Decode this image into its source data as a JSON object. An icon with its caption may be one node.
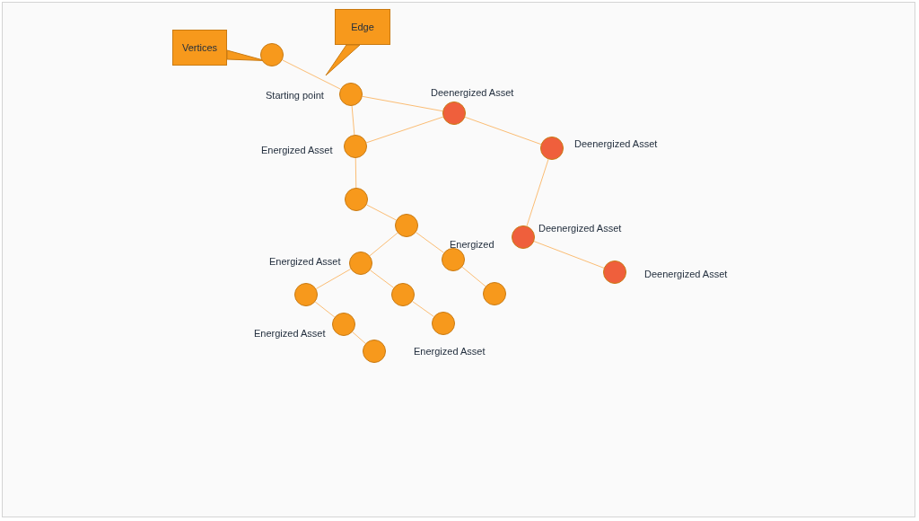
{
  "diagram": {
    "nodes": [
      {
        "text": [
          "Edge"
        ]
      },
      {
        "text": [
          "Vertices"
        ]
      },
      {
        "text": [],
        "shape": "circle"
      },
      {
        "text": [],
        "shape": "circle",
        "beside": [
          "Starting point"
        ]
      },
      {
        "text": [],
        "shape": "circle",
        "beside": [
          "Deenergized Asset"
        ]
      },
      {
        "text": [],
        "shape": "circle",
        "beside": [
          "Energized Asset"
        ]
      },
      {
        "text": [],
        "shape": "circle",
        "beside": [
          "Deenergized Asset"
        ]
      },
      {
        "text": [],
        "shape": "circle"
      },
      {
        "text": [],
        "shape": "circle"
      },
      {
        "text": [],
        "shape": "circle",
        "beside": [
          "Deenergized Asset"
        ]
      },
      {
        "text": [],
        "shape": "circle",
        "beside": [
          "Energized Asset"
        ]
      },
      {
        "text": [],
        "shape": "circle",
        "beside": [
          "Energized"
        ]
      },
      {
        "text": [],
        "shape": "circle",
        "beside": [
          "Deenergized Asset"
        ]
      },
      {
        "text": [],
        "shape": "circle"
      },
      {
        "text": [],
        "shape": "circle"
      },
      {
        "text": [],
        "shape": "circle"
      },
      {
        "text": [],
        "shape": "circle",
        "beside": [
          "Energized Asset"
        ]
      },
      {
        "text": [],
        "shape": "circle",
        "beside": [
          "Energized Asset"
        ]
      },
      {
        "text": [],
        "shape": "circle"
      }
    ],
    "edges": [
      {
        "from": 0,
        "to": null,
        "arrow": "to"
      },
      {
        "from": 1,
        "to": 2,
        "arrow": "to"
      },
      {
        "from": 2,
        "to": 3,
        "arrow": "none"
      },
      {
        "from": 3,
        "to": 4,
        "arrow": "none"
      },
      {
        "from": 3,
        "to": 5,
        "arrow": "none"
      },
      {
        "from": 5,
        "to": 4,
        "arrow": "none"
      },
      {
        "from": 4,
        "to": 6,
        "arrow": "none"
      },
      {
        "from": 5,
        "to": 7,
        "arrow": "none"
      },
      {
        "from": 7,
        "to": 8,
        "arrow": "none"
      },
      {
        "from": 8,
        "to": 10,
        "arrow": "none"
      },
      {
        "from": 8,
        "to": 11,
        "arrow": "none"
      },
      {
        "from": 11,
        "to": 15,
        "arrow": "none"
      },
      {
        "from": 10,
        "to": 13,
        "arrow": "none"
      },
      {
        "from": 10,
        "to": 14,
        "arrow": "none"
      },
      {
        "from": 13,
        "to": 16,
        "arrow": "none"
      },
      {
        "from": 16,
        "to": 18,
        "arrow": "none"
      },
      {
        "from": 14,
        "to": 17,
        "arrow": "none"
      },
      {
        "from": 6,
        "to": 9,
        "arrow": "none"
      },
      {
        "from": 9,
        "to": 12,
        "arrow": "none"
      }
    ]
  }
}
